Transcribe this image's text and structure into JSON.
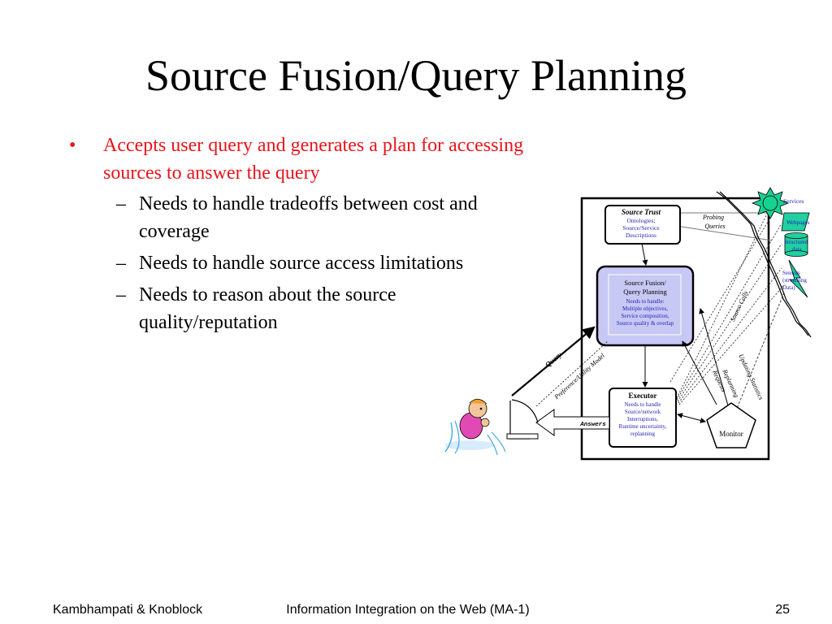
{
  "slide": {
    "title": "Source Fusion/Query Planning",
    "bullet_symbol": "•",
    "dash_symbol": "–",
    "bullet_main": "Accepts user query and generates a plan for accessing sources to answer the query",
    "sub_bullets": [
      "Needs to handle tradeoffs between cost and coverage",
      "Needs to handle source access limitations",
      "Needs to reason about the source quality/reputation"
    ]
  },
  "diagram": {
    "source_trust": {
      "title": "Source Trust",
      "lines": [
        "Ontologies;",
        "Source/Service",
        "Descriptions"
      ]
    },
    "fusion": {
      "title_lines": [
        "Source Fusion/",
        "Query Planning"
      ],
      "lines": [
        "Needs to handle:",
        "Multiple objectives,",
        "Service composition,",
        "Source quality & overlap"
      ]
    },
    "executor": {
      "title": "Executor",
      "lines": [
        "Needs to handle",
        "Source/network",
        "Interruptions,",
        "Runtime uncertainty,",
        "replanning"
      ]
    },
    "monitor": "Monitor",
    "probing_queries": [
      "Probing",
      "Queries"
    ],
    "source_calls": "Source Calls",
    "updating_statistics": "Updating Statistics",
    "replanning_requests": [
      "Replanning",
      "Requests"
    ],
    "query": "Query",
    "preference": "Preference/Utility Model",
    "answers": "Answers",
    "sources": {
      "services": "Services",
      "webpages": "Webpages",
      "structured": [
        "Structured",
        "data"
      ],
      "sensors": [
        "Sensors",
        "(streaming",
        "Data)"
      ]
    },
    "colors": {
      "fusion_fill": "#c8c8f5",
      "detail_text": "#1f1fb4",
      "services_sun": "#18d090",
      "sources_teal": "#20d0a0",
      "bullet_red": "#e8141b"
    }
  },
  "footer": {
    "left": "Kambhampati & Knoblock",
    "center": "Information Integration on the Web (MA-1)",
    "page": "25"
  }
}
